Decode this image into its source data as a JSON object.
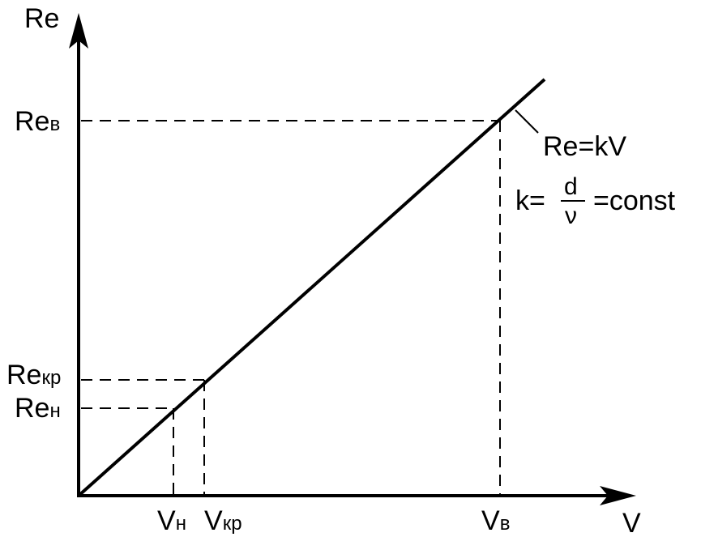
{
  "axes": {
    "y_label": "Re",
    "x_label": "V"
  },
  "y_ticks": [
    {
      "base": "Re",
      "sub": "в"
    },
    {
      "base": "Re",
      "sub": "кр"
    },
    {
      "base": "Re",
      "sub": "н"
    }
  ],
  "x_ticks": [
    {
      "base": "V",
      "sub": "н"
    },
    {
      "base": "V",
      "sub": "кр"
    },
    {
      "base": "V",
      "sub": "в"
    }
  ],
  "annotation": {
    "equation": "Re=kV",
    "k_prefix": "k=",
    "numerator": "d",
    "denominator": "ν",
    "suffix": "=const"
  },
  "colors": {
    "ink": "#000000",
    "background": "#ffffff"
  }
}
